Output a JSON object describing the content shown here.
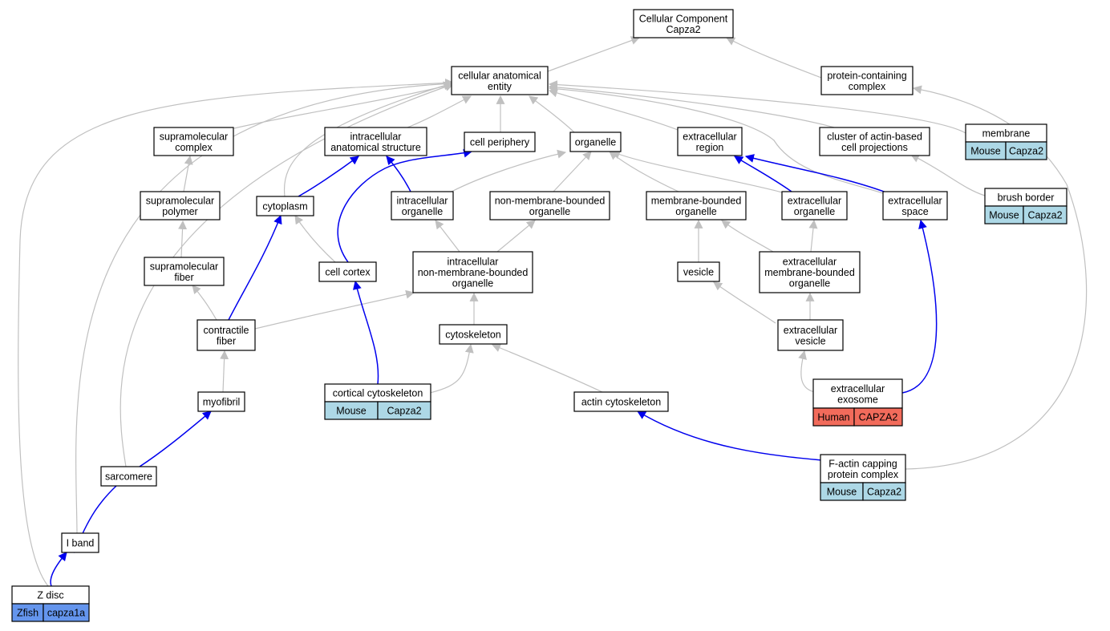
{
  "colors": {
    "gray_edge": "#c0c0c0",
    "blue_edge": "#0000ee",
    "mouse": "#add8e6",
    "human": "#f26b5b",
    "zfish": "#6495ed"
  },
  "nodes": [
    {
      "id": "cellular-component",
      "lines": [
        "Cellular Component",
        "Capza2"
      ]
    },
    {
      "id": "cellular-anatomical-entity",
      "lines": [
        "cellular anatomical",
        "entity"
      ]
    },
    {
      "id": "protein-containing-complex",
      "lines": [
        "protein-containing",
        "complex"
      ]
    },
    {
      "id": "supramolecular-complex",
      "lines": [
        "supramolecular",
        "complex"
      ]
    },
    {
      "id": "intracellular-anatomical-structure",
      "lines": [
        "intracellular",
        "anatomical structure"
      ]
    },
    {
      "id": "cell-periphery",
      "lines": [
        "cell periphery"
      ]
    },
    {
      "id": "organelle",
      "lines": [
        "organelle"
      ]
    },
    {
      "id": "extracellular-region",
      "lines": [
        "extracellular",
        "region"
      ]
    },
    {
      "id": "cluster-of-actin-based-cell-projections",
      "lines": [
        "cluster of actin-based",
        "cell projections"
      ]
    },
    {
      "id": "membrane",
      "lines": [
        "membrane"
      ],
      "species": "Mouse",
      "gene": "Capza2"
    },
    {
      "id": "brush-border",
      "lines": [
        "brush border"
      ],
      "species": "Mouse",
      "gene": "Capza2"
    },
    {
      "id": "supramolecular-polymer",
      "lines": [
        "supramolecular",
        "polymer"
      ]
    },
    {
      "id": "cytoplasm",
      "lines": [
        "cytoplasm"
      ]
    },
    {
      "id": "intracellular-organelle",
      "lines": [
        "intracellular",
        "organelle"
      ]
    },
    {
      "id": "non-membrane-bounded-organelle",
      "lines": [
        "non-membrane-bounded",
        "organelle"
      ]
    },
    {
      "id": "membrane-bounded-organelle",
      "lines": [
        "membrane-bounded",
        "organelle"
      ]
    },
    {
      "id": "extracellular-organelle",
      "lines": [
        "extracellular",
        "organelle"
      ]
    },
    {
      "id": "extracellular-space",
      "lines": [
        "extracellular",
        "space"
      ]
    },
    {
      "id": "supramolecular-fiber",
      "lines": [
        "supramolecular",
        "fiber"
      ]
    },
    {
      "id": "cell-cortex",
      "lines": [
        "cell cortex"
      ]
    },
    {
      "id": "intracellular-non-membrane-bounded-organelle",
      "lines": [
        "intracellular",
        "non-membrane-bounded",
        "organelle"
      ]
    },
    {
      "id": "vesicle",
      "lines": [
        "vesicle"
      ]
    },
    {
      "id": "extracellular-membrane-bounded-organelle",
      "lines": [
        "extracellular",
        "membrane-bounded",
        "organelle"
      ]
    },
    {
      "id": "contractile-fiber",
      "lines": [
        "contractile",
        "fiber"
      ]
    },
    {
      "id": "cytoskeleton",
      "lines": [
        "cytoskeleton"
      ]
    },
    {
      "id": "extracellular-vesicle",
      "lines": [
        "extracellular",
        "vesicle"
      ]
    },
    {
      "id": "myofibril",
      "lines": [
        "myofibril"
      ]
    },
    {
      "id": "cortical-cytoskeleton",
      "lines": [
        "cortical cytoskeleton"
      ],
      "species": "Mouse",
      "gene": "Capza2"
    },
    {
      "id": "actin-cytoskeleton",
      "lines": [
        "actin cytoskeleton"
      ]
    },
    {
      "id": "extracellular-exosome",
      "lines": [
        "extracellular",
        "exosome"
      ],
      "species": "Human",
      "gene": "CAPZA2"
    },
    {
      "id": "sarcomere",
      "lines": [
        "sarcomere"
      ]
    },
    {
      "id": "f-actin-capping-protein-complex",
      "lines": [
        "F-actin capping",
        "protein complex"
      ],
      "species": "Mouse",
      "gene": "Capza2"
    },
    {
      "id": "i-band",
      "lines": [
        "I band"
      ]
    },
    {
      "id": "z-disc",
      "lines": [
        "Z disc"
      ],
      "species": "Zfish",
      "gene": "capza1a"
    }
  ]
}
